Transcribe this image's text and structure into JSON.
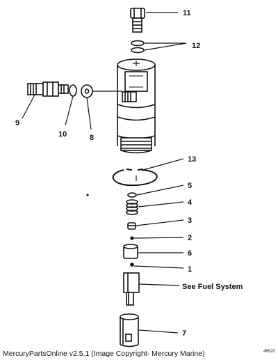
{
  "callouts": {
    "c11": "11",
    "c12": "12",
    "c9": "9",
    "c10": "10",
    "c8": "8",
    "c13": "13",
    "c5": "5",
    "c4": "4",
    "c3": "3",
    "c2": "2",
    "c6": "6",
    "c1": "1",
    "see_fuel": "See Fuel System",
    "c7": "7"
  },
  "footer": "MercuryPartsOnline v2.5.1 (Image Copyright- Mercury Marine)",
  "drawing_number": "46520"
}
